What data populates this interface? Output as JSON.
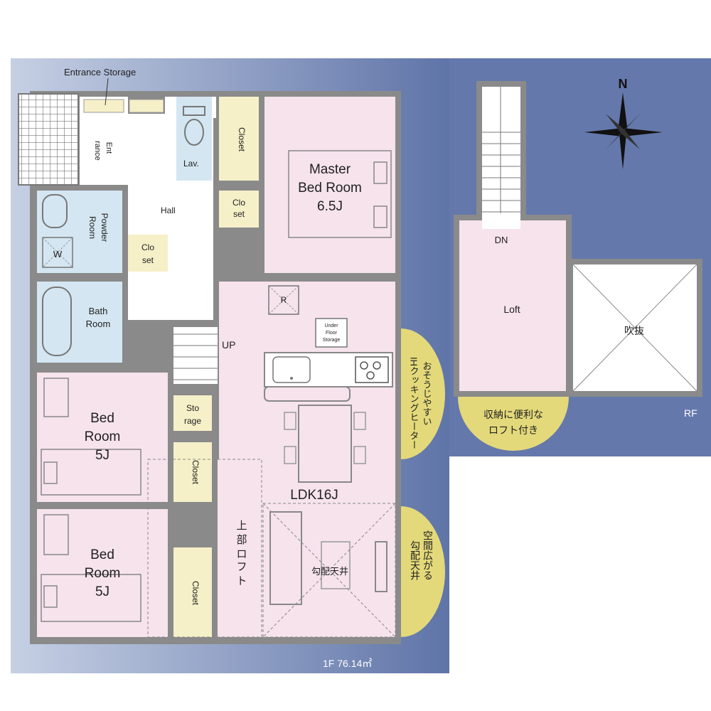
{
  "plan": {
    "entrance_storage": "Entrance Storage",
    "entrance": [
      "Ent",
      "rance"
    ],
    "lav": "Lav.",
    "closet": "Closet",
    "closet_split": [
      "Clo",
      "set"
    ],
    "master_bedroom": [
      "Master",
      "Bed Room",
      "6.5J"
    ],
    "hall": "Hall",
    "powder_room": [
      "Powder",
      "Room"
    ],
    "washer": "W",
    "bath": [
      "Bath",
      "Room"
    ],
    "refrigerator": "R",
    "under_floor_storage": [
      "Under",
      "Floor",
      "Storage"
    ],
    "up": "UP",
    "storage": [
      "Sto",
      "rage"
    ],
    "bedroom_1": [
      "Bed",
      "Room",
      "5J"
    ],
    "bedroom_2": [
      "Bed",
      "Room",
      "5J"
    ],
    "ldk": "LDK16J",
    "upper_loft": [
      "上",
      "部",
      "ロ",
      "フ",
      "ト"
    ],
    "sloped_ceiling": "勾配天井",
    "floor_area": "1F  76.14㎡",
    "dn": "DN",
    "loft": "Loft",
    "void": "吹抜",
    "rf": "RF",
    "north": "N"
  },
  "callouts": {
    "ih_heater": [
      "おそうじやすい",
      "IHクッキングヒーター"
    ],
    "loft_storage": [
      "収納に便利な",
      "ロフト付き"
    ],
    "spacious_ceiling": [
      "空間広がる",
      "勾配天井"
    ]
  },
  "colors": {
    "background_blue": "#8e9ec4",
    "wall": "#8a8a8a",
    "wet_room": "#d4e6f1",
    "bedroom": "#f6e3ec",
    "storage": "#f6f0c8",
    "hall": "#ffffff",
    "callout": "#e3d97a",
    "loft": "#f6e3ec"
  }
}
